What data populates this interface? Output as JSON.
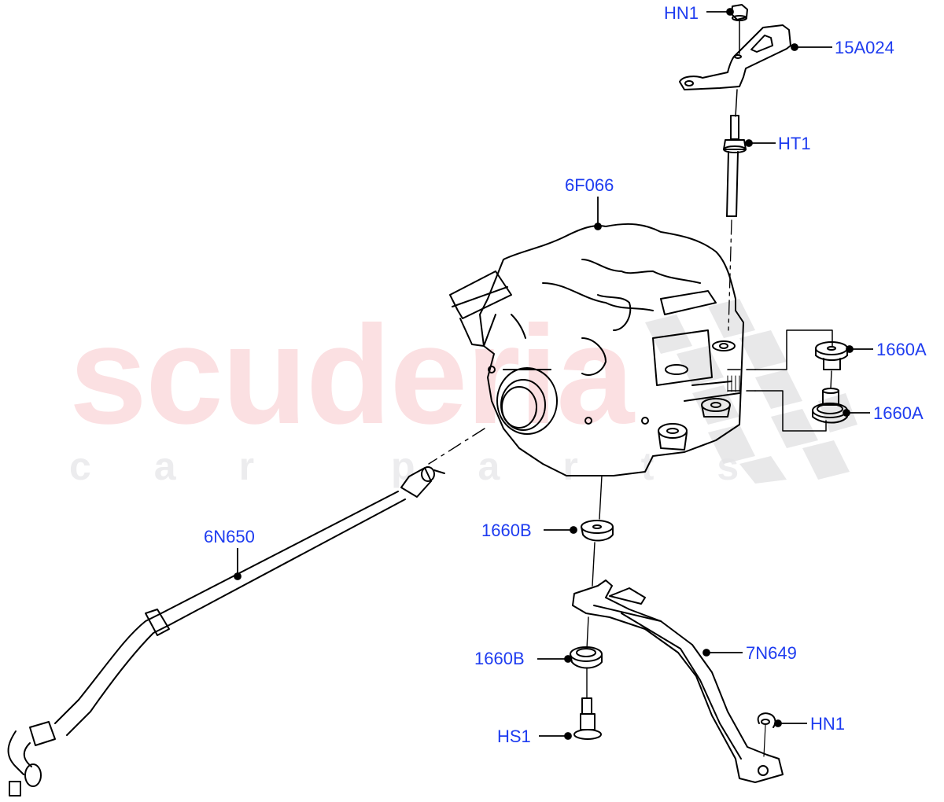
{
  "diagram": {
    "type": "exploded-parts-diagram",
    "watermark": {
      "main": "scuderia",
      "sub": "car parts",
      "main_color": "#fbe0e2",
      "sub_color": "#ececee"
    },
    "label_color": "#1e3cf0",
    "line_color": "#000000",
    "callouts": [
      {
        "id": "hn1_top",
        "text": "HN1",
        "part": "hex nut (upper)"
      },
      {
        "id": "c15a024",
        "text": "15A024",
        "part": "bracket"
      },
      {
        "id": "ht1",
        "text": "HT1",
        "part": "stud"
      },
      {
        "id": "c6f066",
        "text": "6F066",
        "part": "transfer case / main housing"
      },
      {
        "id": "c1660a_1",
        "text": "1660A",
        "part": "mount bush (upper)"
      },
      {
        "id": "c1660a_2",
        "text": "1660A",
        "part": "mount bush (lower)"
      },
      {
        "id": "c6n650",
        "text": "6N650",
        "part": "breather tube"
      },
      {
        "id": "c1660b_1",
        "text": "1660B",
        "part": "insulator (upper)"
      },
      {
        "id": "c7n649",
        "text": "7N649",
        "part": "support arm"
      },
      {
        "id": "c1660b_2",
        "text": "1660B",
        "part": "insulator (lower)"
      },
      {
        "id": "hn1_bottom",
        "text": "HN1",
        "part": "hex nut (lower)"
      },
      {
        "id": "hs1",
        "text": "HS1",
        "part": "bolt"
      }
    ]
  }
}
